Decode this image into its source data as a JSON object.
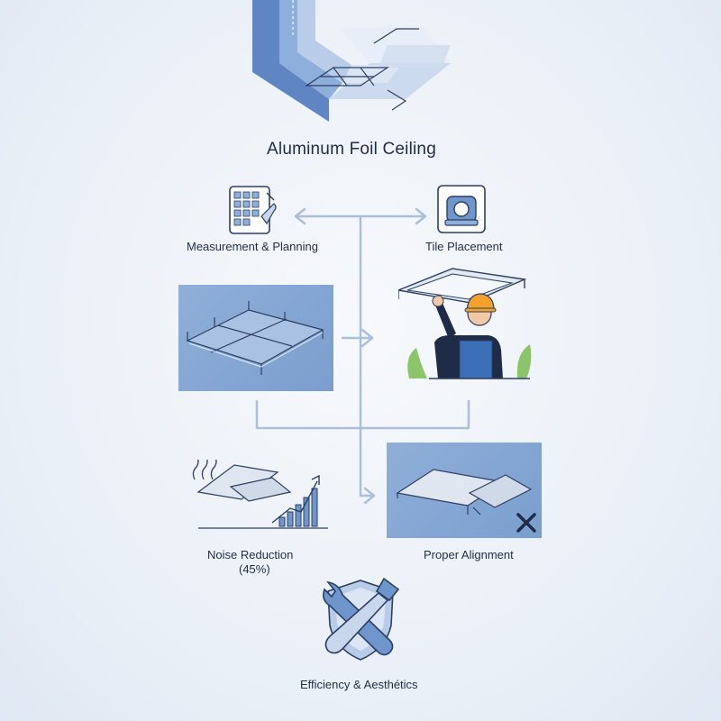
{
  "diagram": {
    "title": "Aluminum Foil Ceiling",
    "nodes": {
      "measurement": {
        "label": "Measurement & Planning"
      },
      "tile_placement": {
        "label": "Tile Placement"
      },
      "noise_reduction": {
        "label": "Noise Reduction",
        "value": "(45%)"
      },
      "alignment": {
        "label": "Proper Alignment"
      },
      "efficiency": {
        "label": "Efficiency & Aesthétics"
      }
    }
  },
  "colors": {
    "accent": "#7b9ecf",
    "connector": "#a9bfdc",
    "navy": "#1e2c48",
    "helmet": "#f2a22b",
    "overalls": "#3b6fb8"
  },
  "icons": [
    "ceiling-corner-illustration",
    "grid-calculator-icon",
    "tape-measure-icon",
    "ceiling-grid-panel",
    "worker-installing-illustration",
    "noise-chart-illustration",
    "misaligned-tiles-panel",
    "wrench-brush-shield-icon"
  ]
}
